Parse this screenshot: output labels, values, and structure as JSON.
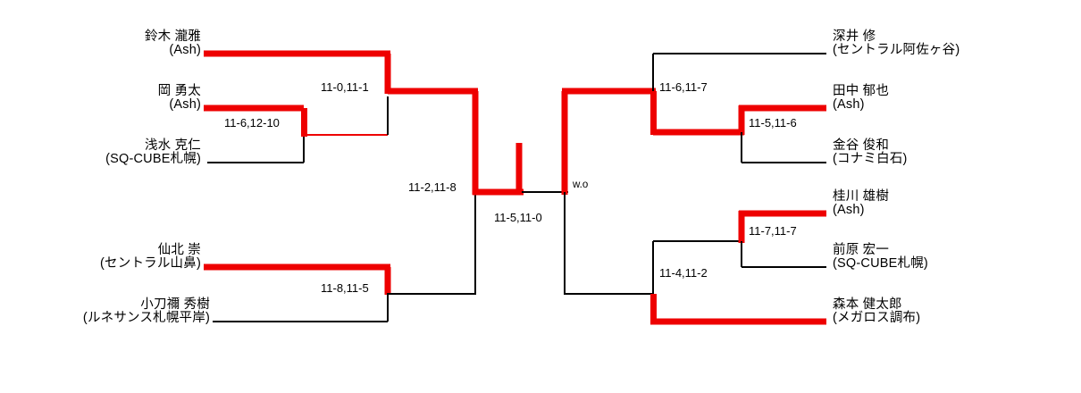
{
  "meta": {
    "title": "Tournament Bracket",
    "line_color_win": "#ee0000",
    "line_color_normal": "#000000",
    "background": "#ffffff"
  },
  "players": {
    "p1": {
      "name": "鈴木 瀧雅",
      "club": "(Ash)"
    },
    "p2": {
      "name": "岡 勇太",
      "club": "(Ash)"
    },
    "p3": {
      "name": "浅水 克仁",
      "club": "(SQ-CUBE札幌)"
    },
    "p4": {
      "name": "仙北 崇",
      "club": "(セントラル山鼻)"
    },
    "p5": {
      "name": "小刀禰 秀樹",
      "club": "(ルネサンス札幌平岸)"
    },
    "p6": {
      "name": "深井 修",
      "club": "(セントラル阿佐ヶ谷)"
    },
    "p7": {
      "name": "田中 郁也",
      "club": "(Ash)"
    },
    "p8": {
      "name": "金谷 俊和",
      "club": "(コナミ白石)"
    },
    "p9": {
      "name": "桂川 雄樹",
      "club": "(Ash)"
    },
    "p10": {
      "name": "前原 宏一",
      "club": "(SQ-CUBE札幌)"
    },
    "p11": {
      "name": "森本 健太郎",
      "club": "(メガロス調布)"
    }
  },
  "scores": {
    "m_left_r1": "11-6,12-10",
    "m_left_qf_top": "11-0,11-1",
    "m_left_bottom": "11-8,11-5",
    "m_left_sf": "11-2,11-8",
    "m_final": "11-5,11-0",
    "m_final_wo": "w.o",
    "m_right_sf": "11-6,11-7",
    "m_right_qf_top": "11-5,11-6",
    "m_right_qf_bottom": "11-7,11-7",
    "m_right_bottom_sf": "11-4,11-2"
  }
}
